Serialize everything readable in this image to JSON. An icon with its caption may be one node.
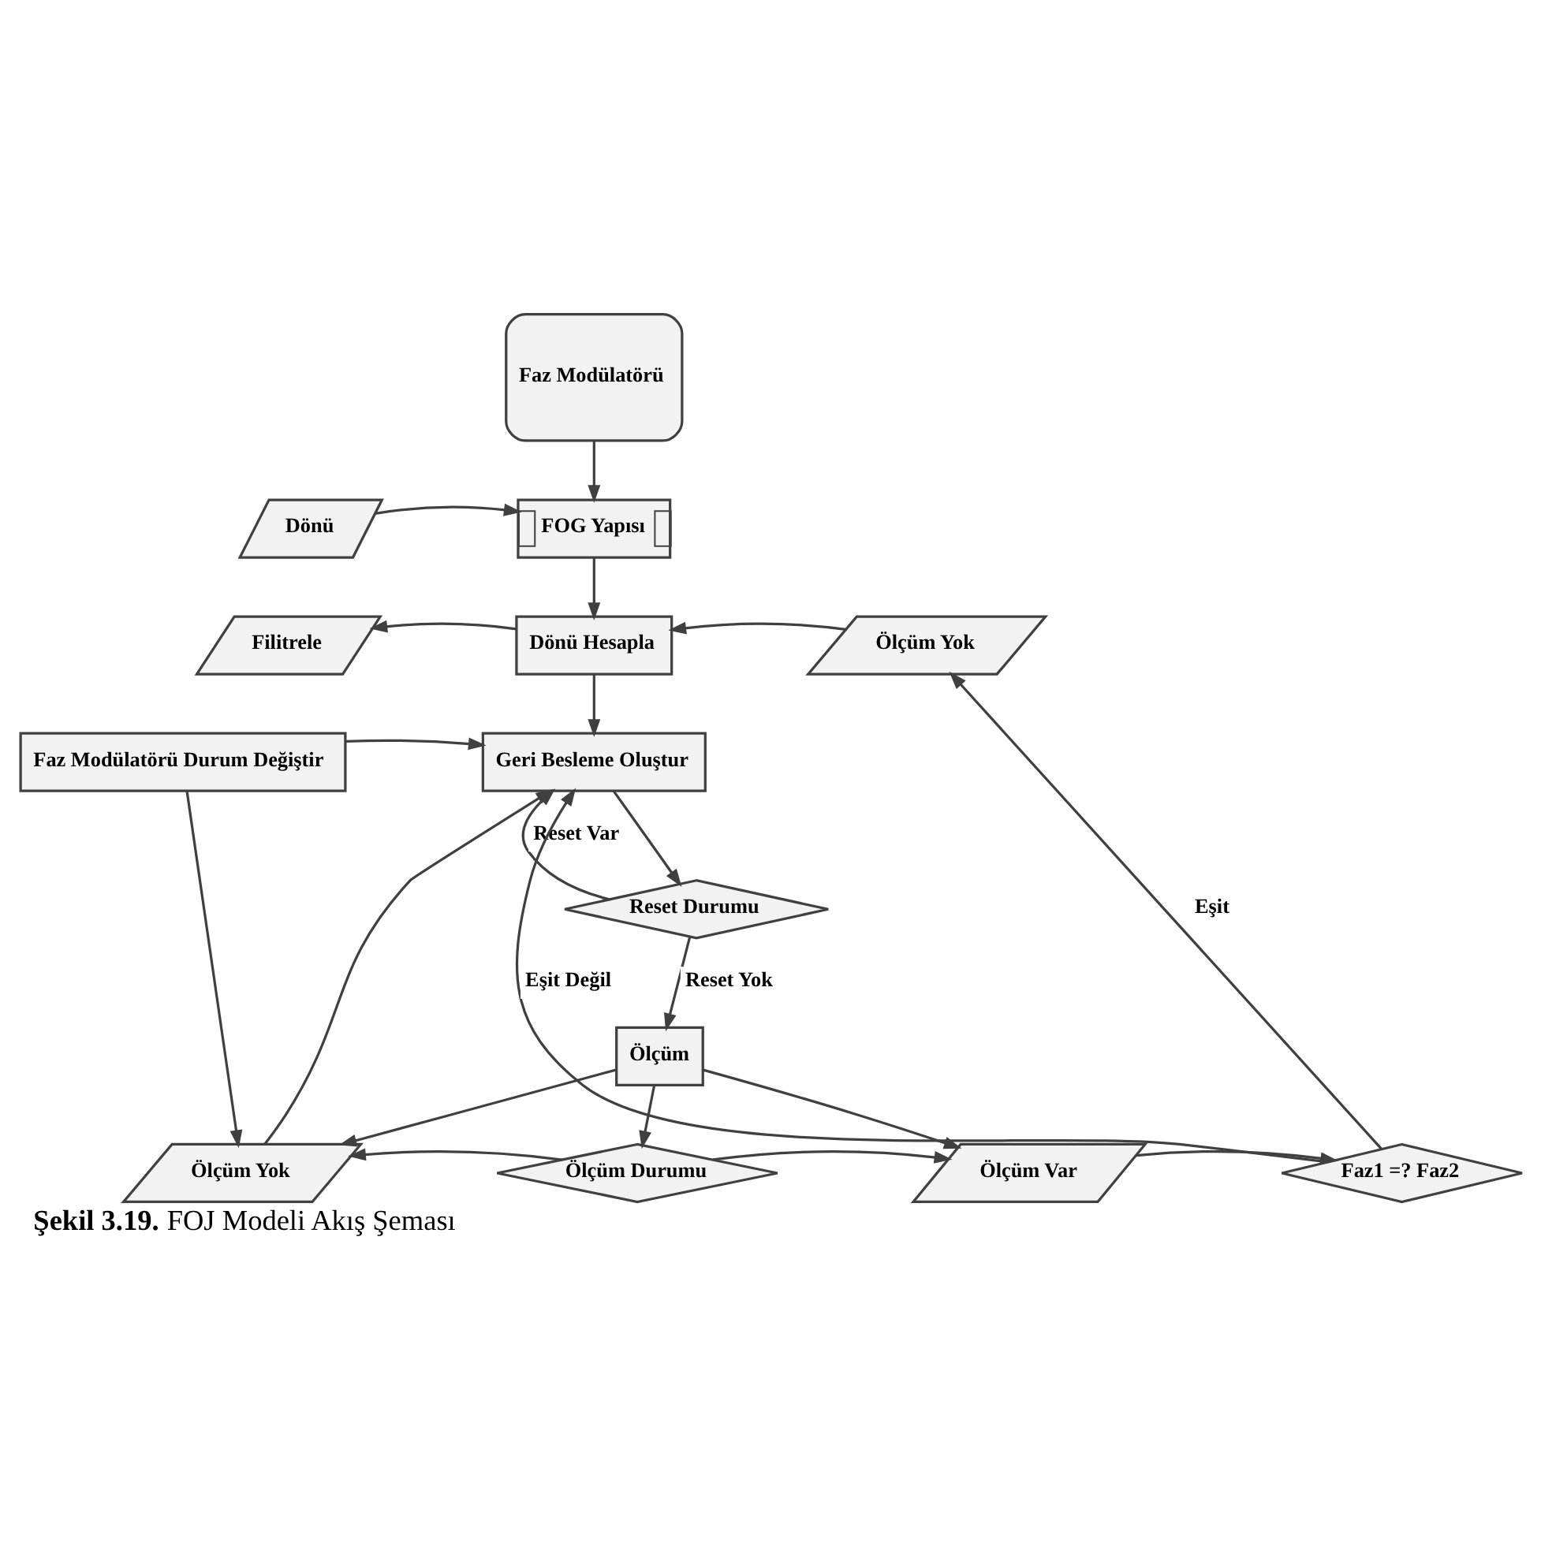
{
  "diagram": {
    "caption": "**Şekil 3.19.** FOJ Modeli Akış Şeması",
    "nodes": [
      {
        "text": [
          "Faz Modülatörü"
        ]
      },
      {
        "text": [
          "Dönü"
        ]
      },
      {
        "text": [
          "FOG Yapısı"
        ]
      },
      {
        "text": [
          "Filitrele"
        ]
      },
      {
        "text": [
          "Dönü Hesapla"
        ]
      },
      {
        "text": [
          "Ölçüm Yok"
        ]
      },
      {
        "text": [
          "Faz Modülatörü Durum Değiştir"
        ]
      },
      {
        "text": [
          "Geri Besleme Oluştur"
        ]
      },
      {
        "text": [
          "Reset Durumu"
        ]
      },
      {
        "text": [
          "Ölçüm"
        ]
      },
      {
        "text": [
          "Ölçüm Yok"
        ]
      },
      {
        "text": [
          "Ölçüm Durumu"
        ]
      },
      {
        "text": [
          "Ölçüm Var"
        ]
      },
      {
        "text": [
          "Faz1 =? Faz2"
        ]
      }
    ],
    "edges": [
      {
        "from": 0,
        "to": 2,
        "arrow": "to"
      },
      {
        "from": 1,
        "to": 2,
        "arrow": "to"
      },
      {
        "from": 2,
        "to": 4,
        "arrow": "to"
      },
      {
        "from": 4,
        "to": 3,
        "arrow": "to"
      },
      {
        "from": 5,
        "to": 4,
        "arrow": "to"
      },
      {
        "from": 13,
        "to": 5,
        "label": "Eşit",
        "arrow": "to"
      },
      {
        "from": 4,
        "to": 7,
        "arrow": "to"
      },
      {
        "from": 10,
        "to": 7,
        "arrow": "to"
      },
      {
        "from": 8,
        "to": 7,
        "label": "Reset Var",
        "arrow": "to"
      },
      {
        "from": 6,
        "to": 7,
        "arrow": "to"
      },
      {
        "from": 13,
        "to": 7,
        "label": "Eşit Değil",
        "arrow": "to"
      },
      {
        "from": 7,
        "to": 8,
        "arrow": "to"
      },
      {
        "from": 8,
        "to": 9,
        "label": "Reset Yok",
        "arrow": "to"
      },
      {
        "from": 9,
        "to": 11,
        "arrow": "to"
      },
      {
        "from": 9,
        "to": 10,
        "arrow": "to"
      },
      {
        "from": 9,
        "to": 12,
        "arrow": "to"
      },
      {
        "from": 6,
        "to": 10,
        "arrow": "to"
      },
      {
        "from": 11,
        "to": 10,
        "arrow": "to"
      },
      {
        "from": 11,
        "to": 12,
        "arrow": "to"
      },
      {
        "from": 12,
        "to": 13,
        "arrow": "to"
      }
    ]
  }
}
